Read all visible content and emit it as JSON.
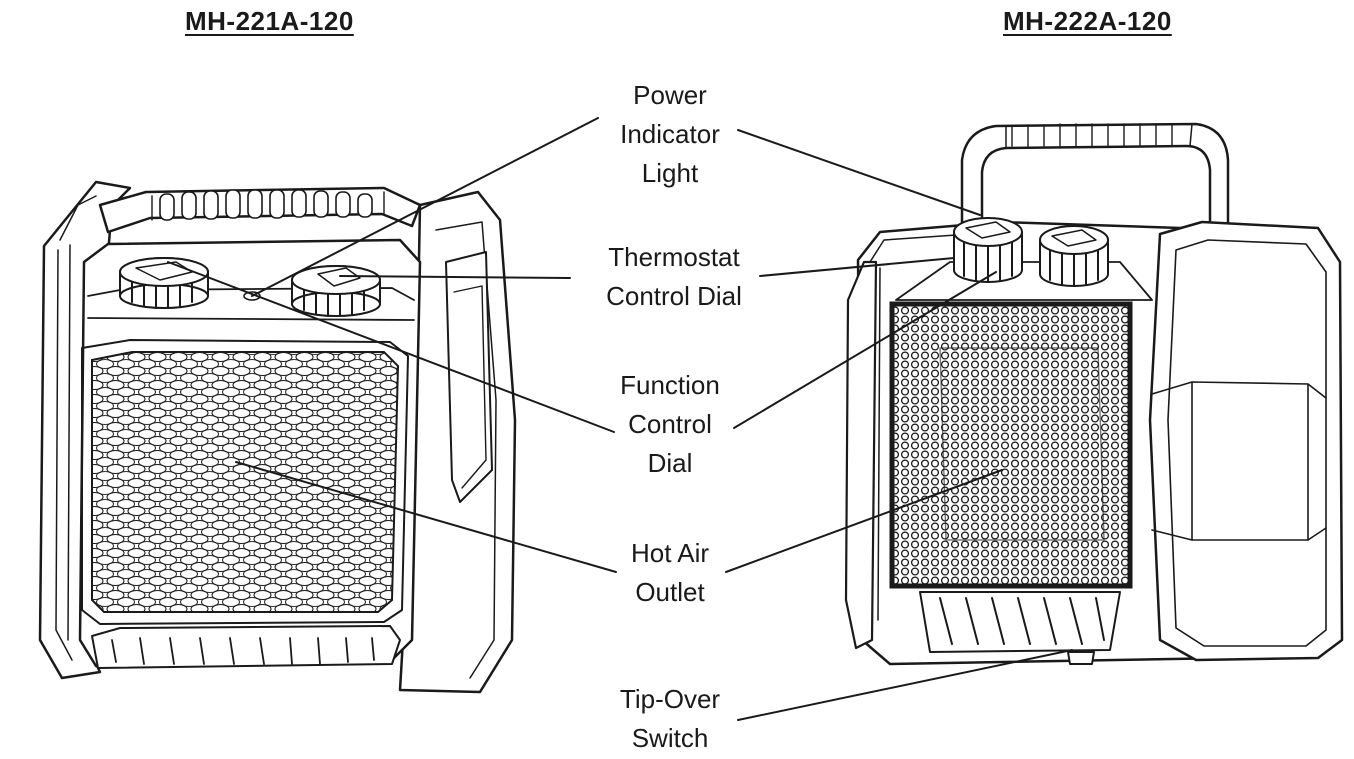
{
  "models": {
    "left": "MH-221A-120",
    "right": "MH-222A-120"
  },
  "callouts": {
    "power": "Power\nIndicator\nLight",
    "thermostat": "Thermostat\nControl Dial",
    "function": "Function\nControl\nDial",
    "outlet": "Hot Air\nOutlet",
    "tipover": "Tip-Over\nSwitch"
  },
  "colors": {
    "line": "#1a1a1a",
    "background": "#ffffff"
  }
}
